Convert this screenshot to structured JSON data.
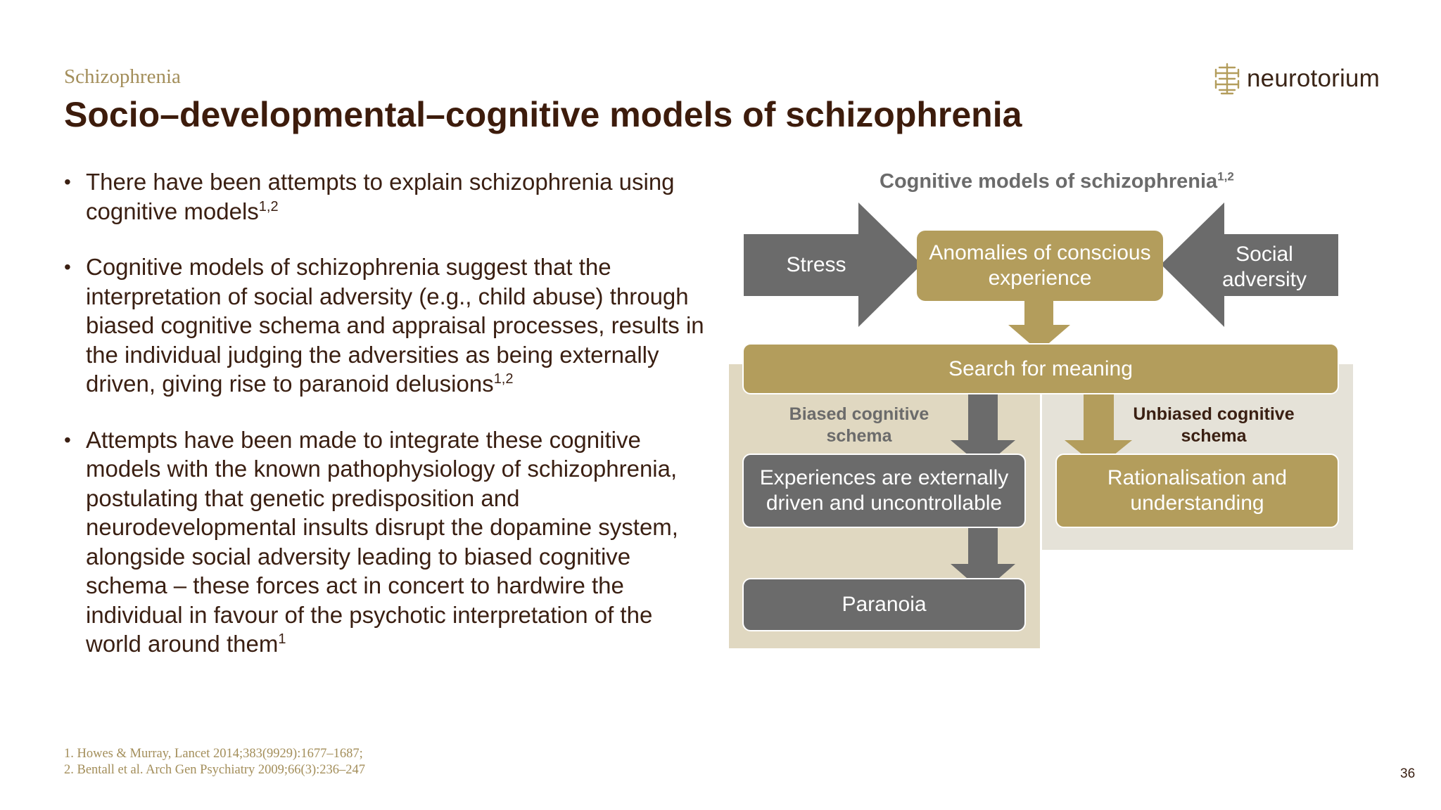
{
  "header": {
    "section": "Schizophrenia",
    "title": "Socio–developmental–cognitive models of schizophrenia",
    "logo_text": "neurotorium"
  },
  "bullets": [
    {
      "text": "There have been attempts to explain schizophrenia using cognitive models",
      "sup": "1,2"
    },
    {
      "text": "Cognitive models of schizophrenia suggest that the interpretation of social adversity (e.g., child abuse) through biased cognitive schema and appraisal processes, results in the individual judging the adversities as being externally driven, giving rise to paranoid delusions",
      "sup": "1,2"
    },
    {
      "text": "Attempts have been made to integrate these cognitive models with the known pathophysiology of schizophrenia, postulating that genetic predisposition and neurodevelopmental insults disrupt the dopamine system, alongside social adversity leading to biased cognitive schema – these forces act in concert to hardwire the individual in favour of the psychotic interpretation of the world around them",
      "sup": "1"
    }
  ],
  "diagram": {
    "title": "Cognitive models of schizophrenia",
    "title_sup": "1,2",
    "stress": "Stress",
    "anomalies": "Anomalies of conscious experience",
    "social": "Social adversity",
    "search": "Search for meaning",
    "biased_schema": "Biased cognitive schema",
    "unbiased_schema": "Unbiased cognitive schema",
    "externally": "Experiences are externally driven and uncontrollable",
    "rationalisation": "Rationalisation and understanding",
    "paranoia": "Paranoia"
  },
  "references": [
    "1. Howes & Murray, Lancet 2014;383(9929):1677–1687;",
    "2. Bentall et al. Arch Gen Psychiatry 2009;66(3):236–247"
  ],
  "page_number": "36",
  "colors": {
    "title": "#3d1c0c",
    "gold": "#b39d5c",
    "gray": "#6b6b6b",
    "panel_biased": "#e0d8c1",
    "panel_unbiased": "#e5e2d8"
  }
}
